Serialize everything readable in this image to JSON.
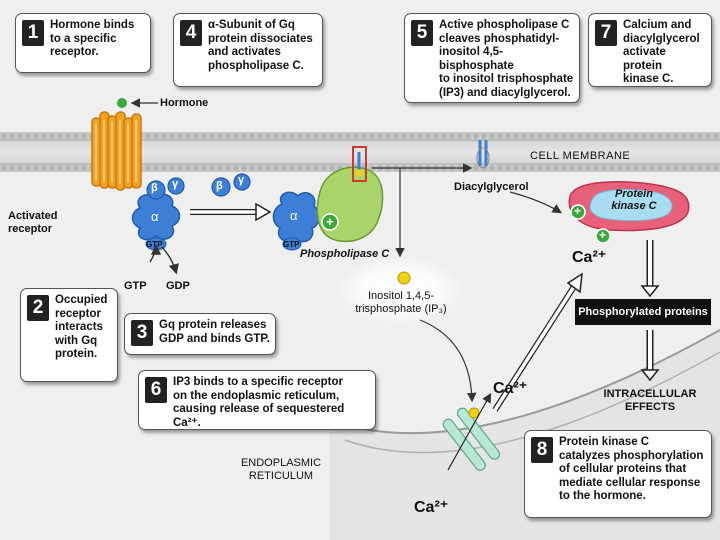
{
  "labels": {
    "hormone": "Hormone",
    "cell_membrane": "CELL MEMBRANE",
    "activated_receptor": "Activated\nreceptor",
    "beta": "β",
    "gamma": "γ",
    "alpha": "α",
    "gtp": "GTP",
    "gdp": "GDP",
    "gtp_small": "GTP",
    "phospholipase_c": "Phospholipase C",
    "diacylglycerol": "Diacylglycerol",
    "protein_kinase_c": "Protein\nkinase C",
    "ca2_right": "Ca²⁺",
    "phosphorylated_proteins": "Phosphorylated proteins",
    "intracellular_effects": "INTRACELLULAR\nEFFECTS",
    "ip3": "Inositol 1,4,5-\ntrisphosphate (IP₃)",
    "ca2_er_top": "Ca²⁺",
    "ca2_er_bottom": "Ca²⁺",
    "er": "ENDOPLASMIC\nRETICULUM",
    "plus": "+"
  },
  "steps": [
    {
      "num": "1",
      "text": "Hormone binds\nto a specific\nreceptor."
    },
    {
      "num": "2",
      "text": "Occupied\nreceptor\ninteracts\nwith Gq\nprotein."
    },
    {
      "num": "3",
      "text": "Gq protein releases\nGDP and binds GTP."
    },
    {
      "num": "4",
      "text": "α-Subunit of Gq\nprotein dissociates\nand activates\nphospholipase C."
    },
    {
      "num": "5",
      "text": "Active phospholipase C\ncleaves phosphatidyl-\ninositol 4,5-bisphosphate\nto inositol trisphosphate\n(IP3) and diacylglycerol."
    },
    {
      "num": "6",
      "text": "IP3 binds to a specific receptor\non the endoplasmic reticulum,\ncausing release of sequestered Ca²⁺."
    },
    {
      "num": "7",
      "text": "Calcium and\ndiacylglycerol\nactivate protein\nkinase C."
    },
    {
      "num": "8",
      "text": "Protein kinase C\ncatalyzes phosphorylation\nof cellular proteins that\nmediate cellular response\nto the hormone."
    }
  ],
  "colors": {
    "membrane": "#d4d4d4",
    "receptor": "#f4a020",
    "hormone": "#3aa83a",
    "g_protein": "#3d7fd6",
    "plc": "#a8d46a",
    "pkc": "#e8607a",
    "pkc_inner": "#a8dcf2",
    "ip3": "#f2d012",
    "er": "#b8e8d4"
  }
}
